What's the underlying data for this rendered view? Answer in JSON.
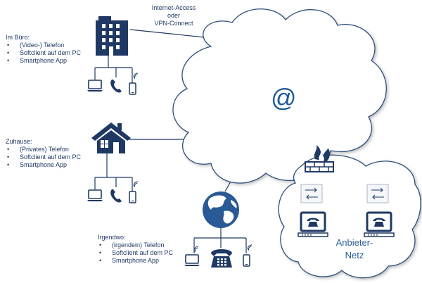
{
  "access": {
    "line1": "Internet-Access",
    "line2": "oder",
    "line3": "VPN-Connect"
  },
  "cloud": {
    "symbol": "@"
  },
  "office": {
    "title": "Im Büro:",
    "items": [
      "(Video-) Telefon",
      "Softclient auf dem PC",
      "Smartphone App"
    ]
  },
  "home": {
    "title": "Zuhause:",
    "items": [
      "(Privates) Telefon",
      "Softclient auf dem PC",
      "Smartphone App"
    ]
  },
  "anywhere": {
    "title": "Irgendwo:",
    "items": [
      "(irgendein) Telefon",
      "Softclient auf dem PC",
      "Smartphone App"
    ]
  },
  "provider": {
    "line1": "Anbieter-",
    "line2": "Netz"
  },
  "icons": [
    "office-building-icon",
    "house-icon",
    "globe-icon",
    "firewall-icon",
    "switch-icon",
    "server-icon",
    "laptop-icon",
    "handset-icon",
    "smartphone-icon",
    "wifi-icon",
    "desk-phone-icon"
  ],
  "colors": {
    "primary": "#1f3864",
    "accent": "#2a6099",
    "cloud_border": "#2d4f7c"
  }
}
